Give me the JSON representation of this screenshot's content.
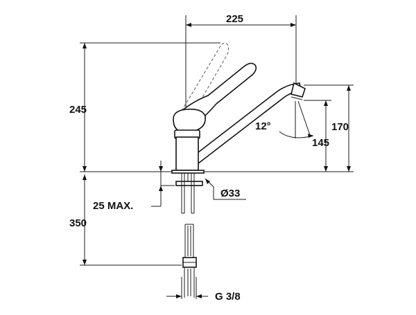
{
  "dimensions": {
    "spout_reach": "225",
    "total_height": "245",
    "outlet_height": "170",
    "outlet_clearance": "145",
    "swivel_angle": "12°",
    "deck_thickness": "25 MAX.",
    "hole_diameter": "Ø33",
    "hose_length": "350",
    "connection_thread": "G 3/8"
  },
  "colors": {
    "line": "#1a1a1a",
    "background": "#ffffff"
  }
}
